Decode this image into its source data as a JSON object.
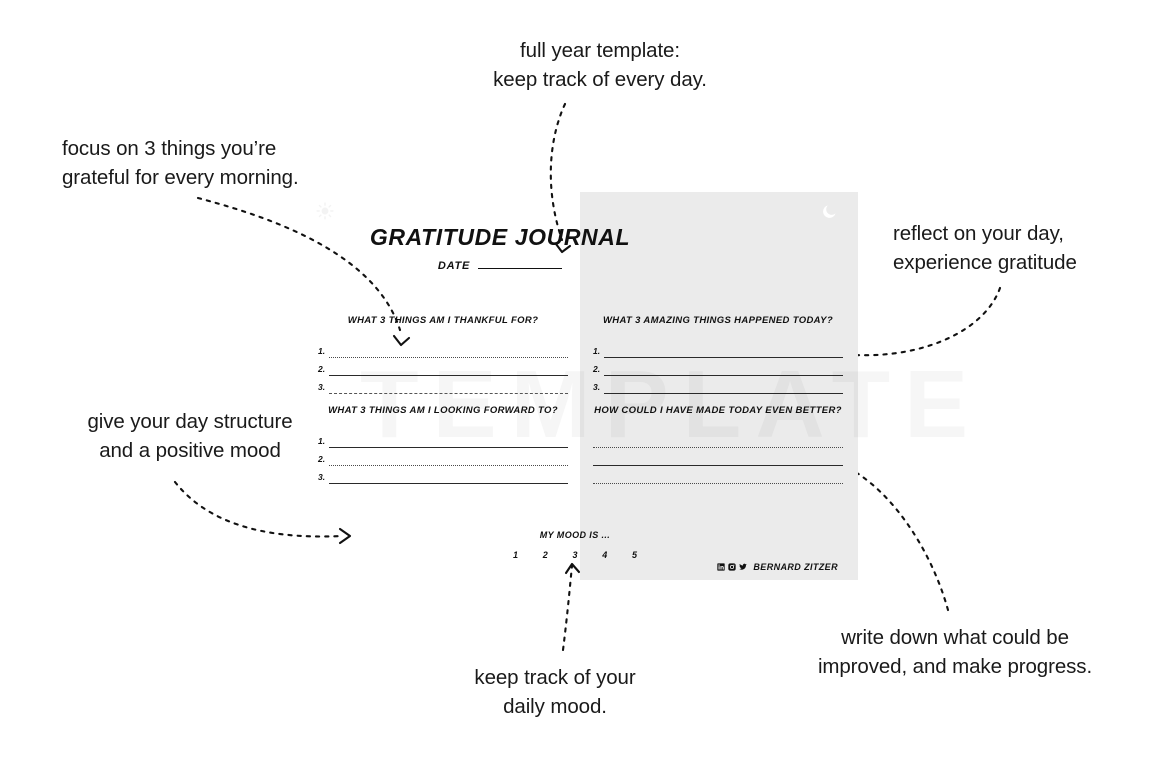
{
  "page": {
    "background": "#ffffff",
    "sheet_shade_color": "#ebebeb",
    "ink_color": "#111111",
    "watermark_text": "TEMPLATE"
  },
  "callouts": [
    {
      "id": "top-center",
      "text": "full year template:\nkeep track of every day."
    },
    {
      "id": "top-left",
      "text": "focus on 3 things you’re\ngrateful for every morning."
    },
    {
      "id": "right-upper",
      "text": "reflect on your day,\nexperience gratitude"
    },
    {
      "id": "left-lower",
      "text": "give your day structure\nand a positive mood"
    },
    {
      "id": "bottom-right",
      "text": "write down what could be\nimproved, and make progress."
    },
    {
      "id": "bottom-center",
      "text": "keep track of your\ndaily mood."
    }
  ],
  "journal": {
    "title": "GRATITUDE JOURNAL",
    "date_label": "DATE",
    "date_value": "",
    "moon_icon": "moon-icon",
    "sun_icon": "sun-icon",
    "blocks": [
      {
        "id": "thankful",
        "title": "WHAT 3 THINGS AM I THANKFUL FOR?",
        "numbered": true,
        "lines": [
          {
            "num": "1.",
            "style": "dotted",
            "value": ""
          },
          {
            "num": "2.",
            "style": "solid",
            "value": ""
          },
          {
            "num": "3.",
            "style": "dashed",
            "value": ""
          }
        ]
      },
      {
        "id": "amazing",
        "title": "WHAT 3 AMAZING THINGS HAPPENED TODAY?",
        "numbered": true,
        "lines": [
          {
            "num": "1.",
            "style": "solid",
            "value": ""
          },
          {
            "num": "2.",
            "style": "solid",
            "value": ""
          },
          {
            "num": "3.",
            "style": "solid",
            "value": ""
          }
        ]
      },
      {
        "id": "looking-forward",
        "title": "WHAT 3 THINGS AM I LOOKING FORWARD TO?",
        "numbered": true,
        "lines": [
          {
            "num": "1.",
            "style": "solid",
            "value": ""
          },
          {
            "num": "2.",
            "style": "dotted",
            "value": ""
          },
          {
            "num": "3.",
            "style": "solid",
            "value": ""
          }
        ]
      },
      {
        "id": "even-better",
        "title": "HOW COULD I HAVE MADE TODAY EVEN BETTER?",
        "numbered": false,
        "lines": [
          {
            "num": "",
            "style": "dotted",
            "value": ""
          },
          {
            "num": "",
            "style": "solid",
            "value": ""
          },
          {
            "num": "",
            "style": "dotted",
            "value": ""
          }
        ]
      }
    ],
    "mood": {
      "title": "MY MOOD IS ...",
      "scale": [
        "1",
        "2",
        "3",
        "4",
        "5"
      ]
    },
    "footer": {
      "social_icons": [
        "linkedin-icon",
        "instagram-icon",
        "twitter-icon"
      ],
      "name": "BERNARD ZITZER"
    }
  }
}
